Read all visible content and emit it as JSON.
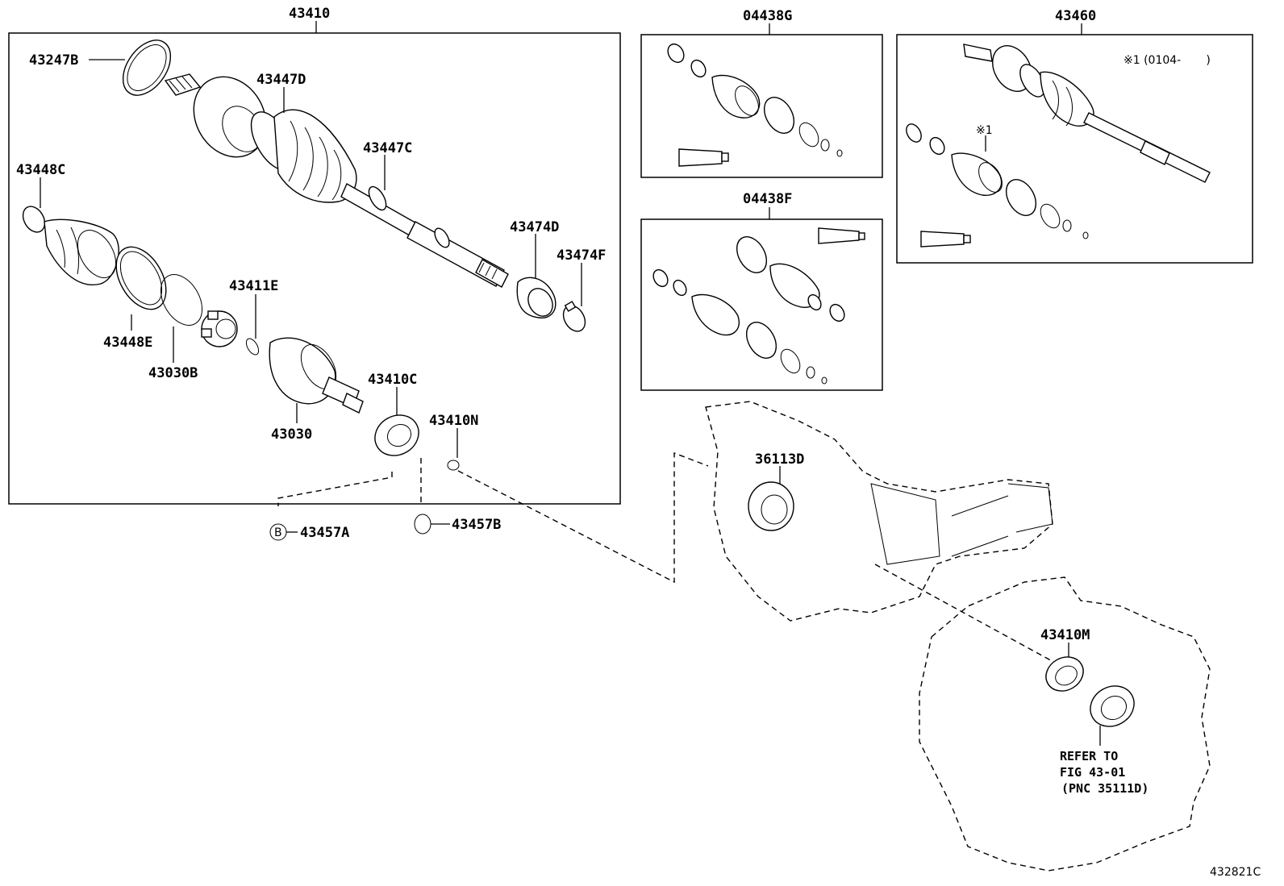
{
  "labels": {
    "main_assembly": "43410",
    "kit_g": "04438G",
    "kit_f": "04438F",
    "rh_assembly": "43460",
    "seal_43247b": "43247B",
    "clamp_43447d": "43447D",
    "clamp_43447c": "43447C",
    "clamp_43448c": "43448C",
    "boot_43474d": "43474D",
    "clamp_43474f": "43474F",
    "snap_43411e": "43411E",
    "clamp_43448e": "43448E",
    "ring_43030b": "43030B",
    "joint_43030": "43030",
    "bearing_43410c": "43410C",
    "ring_43410n": "43410N",
    "part_43457a": "43457A",
    "part_43457b": "43457B",
    "seal_36113d": "36113D",
    "seal_43410m": "43410M",
    "footnote_1": "※1",
    "footnote_1_range": "※1 (0104-       )",
    "circle_b": "B",
    "diagram_id": "432821C"
  },
  "refer_note": {
    "line1": "REFER TO",
    "line2": "FIG 43-01",
    "line3": "(PNC 35111D)"
  }
}
